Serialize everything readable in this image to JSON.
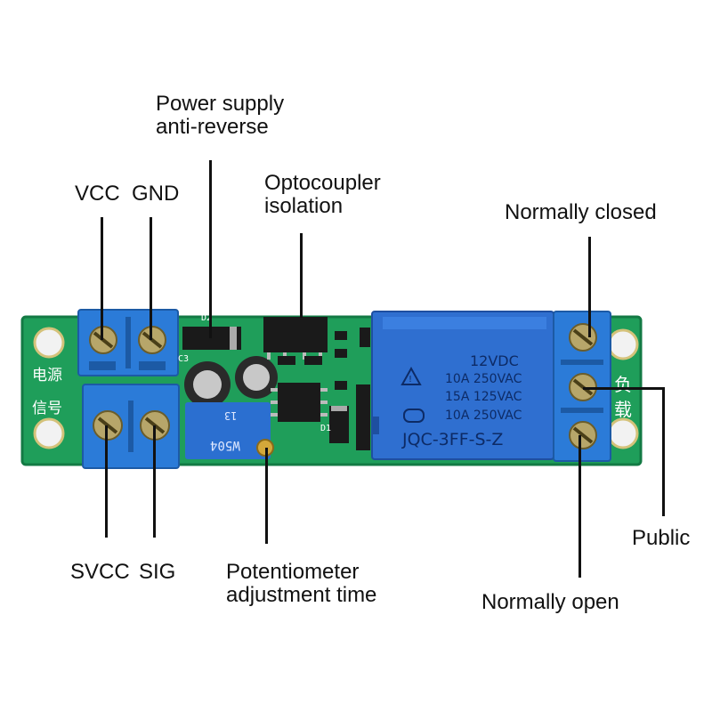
{
  "labels": {
    "power_supply_line1": "Power supply",
    "power_supply_line2": "anti-reverse",
    "vcc": "VCC",
    "gnd": "GND",
    "optocoupler_line1": "Optocoupler",
    "optocoupler_line2": "isolation",
    "normally_closed": "Normally closed",
    "svcc": "SVCC",
    "sig": "SIG",
    "potentiometer_line1": "Potentiometer",
    "potentiometer_line2": "adjustment time",
    "public": "Public",
    "normally_open": "Normally open"
  },
  "board": {
    "silk_power": "电源",
    "silk_signal": "信号",
    "silk_load_1": "负",
    "silk_load_2": "载",
    "relay": {
      "line1": "12VDC",
      "line2": "10A 250VAC",
      "line3": "15A 125VAC",
      "line4": "10A 250VAC",
      "model": "JQC-3FF-S-Z"
    },
    "pot_marking": "W504",
    "silk_d2": "D2",
    "silk_d1": "D1",
    "silk_c3": "C3",
    "silk_13": "13"
  },
  "colors": {
    "pcb": "#1f9e5a",
    "terminal": "#2b7bd8",
    "relay": "#2f6fd0",
    "lines": "#111111"
  }
}
